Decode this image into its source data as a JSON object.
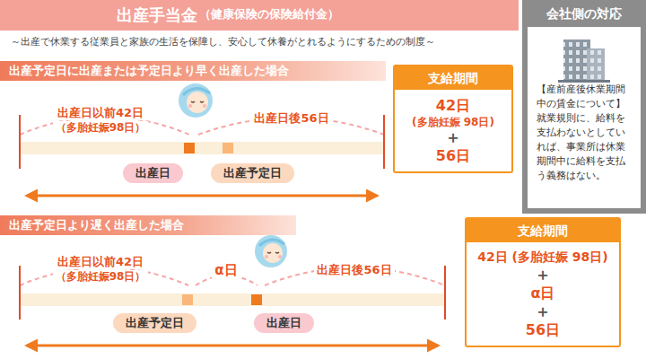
{
  "diagram": {
    "title": "出産手当金",
    "nodes": [
      {
        "text": [
          "出産予定日に出産または予定日より早く出産した場合"
        ]
      },
      {
        "text": [
          "出産日"
        ]
      },
      {
        "text": [
          "出産予定日"
        ]
      },
      {
        "text": [
          "支給期間",
          "42日",
          "(多胎妊娠 98日)",
          "＋",
          "56日"
        ]
      },
      {
        "text": [
          "出産予定日より遅く出産した場合"
        ]
      },
      {
        "text": [
          "出産予定日"
        ]
      },
      {
        "text": [
          "出産日"
        ]
      },
      {
        "text": [
          "支給期間",
          "42日 (多胎妊娠 98日)",
          "＋",
          "α日",
          "＋",
          "56日"
        ]
      },
      {
        "text": [
          "会社側の対応",
          "【産前産後休業期間中の賃金について】",
          "就業規則に、給料を支払わないとしていれば、事業所は休業期間中に給料を支払う義務はない。"
        ]
      }
    ],
    "labels": [
      "（健康保険の保険給付金）",
      "～出産で休業する従業員と家族の生活を保障し、安心して休養がとれるようにするための制度～",
      "出産日以前42日",
      "（多胎妊娠98日）",
      "出産日後56日",
      "出産日以前42日",
      "（多胎妊娠98日）",
      "α日",
      "出産日後56日"
    ]
  }
}
